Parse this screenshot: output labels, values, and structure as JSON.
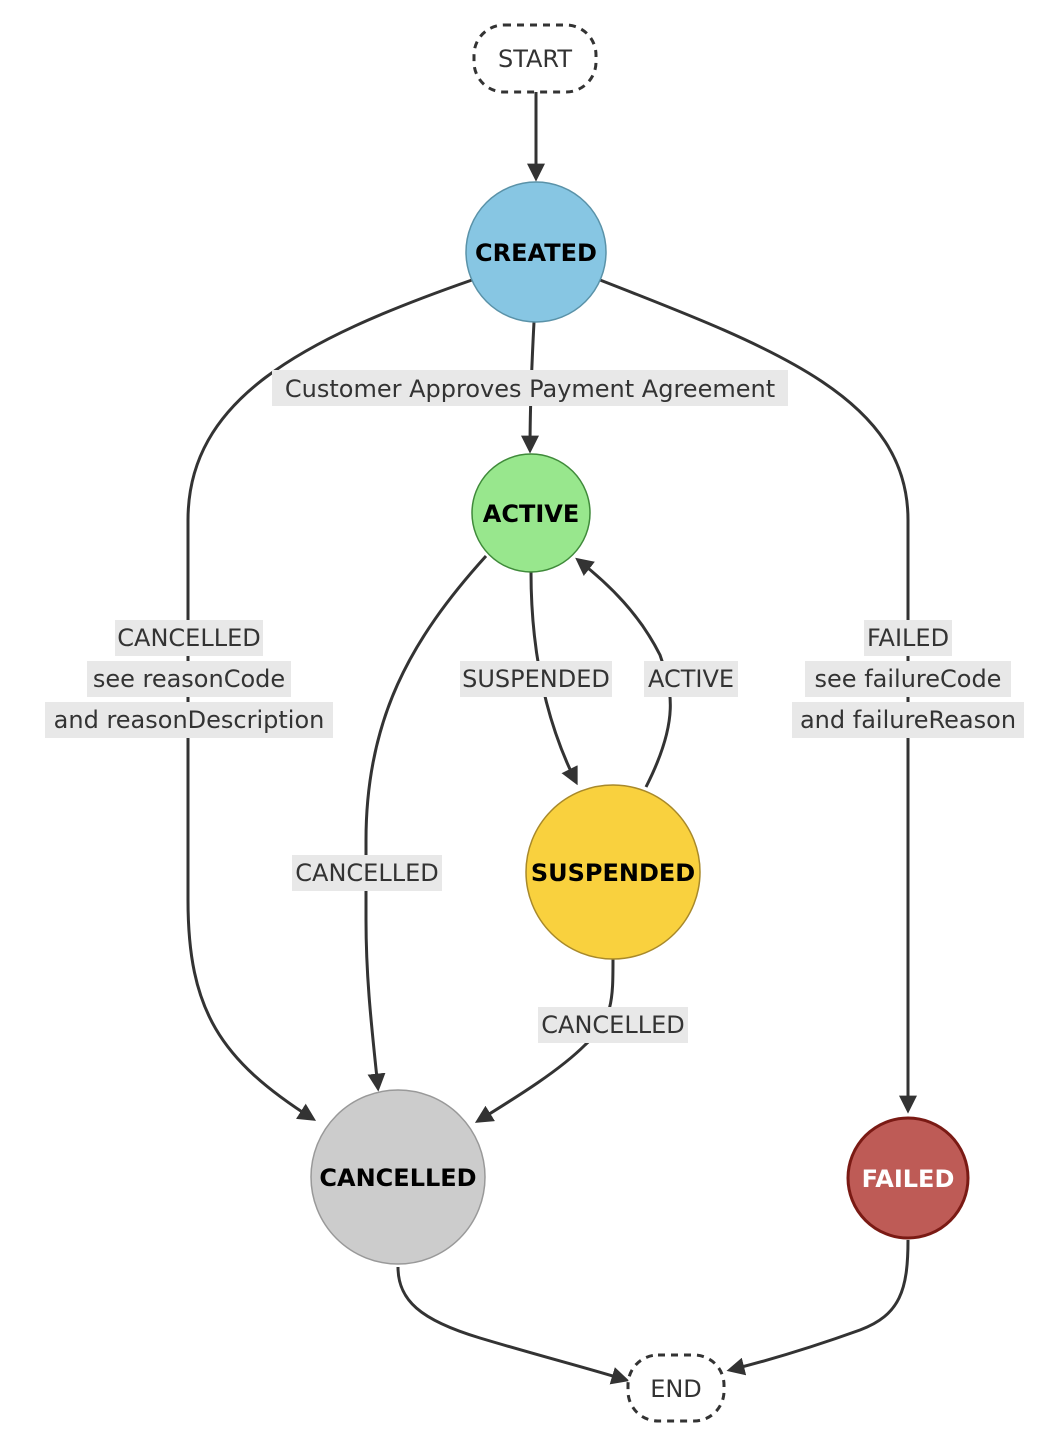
{
  "terminals": {
    "start": "START",
    "end": "END"
  },
  "states": {
    "created": {
      "label": "CREATED",
      "fill": "#87c6e3",
      "stroke": "#5a92a8",
      "text": "#000000"
    },
    "active": {
      "label": "ACTIVE",
      "fill": "#98e78d",
      "stroke": "#3f8a3a",
      "text": "#000000"
    },
    "suspended": {
      "label": "SUSPENDED",
      "fill": "#f9d13e",
      "stroke": "#a8892a",
      "text": "#000000"
    },
    "cancelled": {
      "label": "CANCELLED",
      "fill": "#cccccc",
      "stroke": "#999999",
      "text": "#000000"
    },
    "failed": {
      "label": "FAILED",
      "fill": "#be5b56",
      "stroke": "#7a1a14",
      "text": "#ffffff"
    }
  },
  "transitions": {
    "created_to_active": "Customer Approves Payment Agreement",
    "created_to_cancelled": [
      "CANCELLED",
      "see reasonCode",
      "and reasonDescription"
    ],
    "created_to_failed": [
      "FAILED",
      "see failureCode",
      "and failureReason"
    ],
    "active_to_suspended": "SUSPENDED",
    "suspended_to_active": "ACTIVE",
    "active_to_cancelled": "CANCELLED",
    "suspended_to_cancelled": "CANCELLED"
  }
}
